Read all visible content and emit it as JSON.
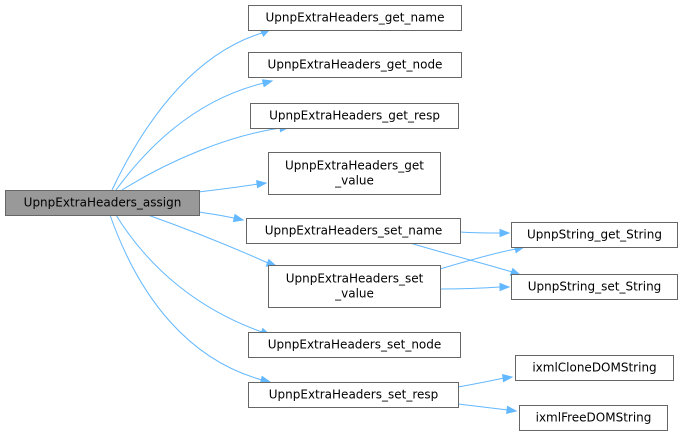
{
  "colors": {
    "root_fill": "#999999",
    "node_fill": "#ffffff",
    "node_border": "#666666",
    "edge": "#63b8ff",
    "text": "#000000"
  },
  "nodes": {
    "assign": {
      "lines": [
        "UpnpExtraHeaders_assign"
      ]
    },
    "get_name": {
      "lines": [
        "UpnpExtraHeaders_get_name"
      ]
    },
    "get_node": {
      "lines": [
        "UpnpExtraHeaders_get_node"
      ]
    },
    "get_resp": {
      "lines": [
        "UpnpExtraHeaders_get_resp"
      ]
    },
    "get_value": {
      "lines": [
        "UpnpExtraHeaders_get",
        "_value"
      ]
    },
    "set_name": {
      "lines": [
        "UpnpExtraHeaders_set_name"
      ]
    },
    "set_value": {
      "lines": [
        "UpnpExtraHeaders_set",
        "_value"
      ]
    },
    "set_node": {
      "lines": [
        "UpnpExtraHeaders_set_node"
      ]
    },
    "set_resp": {
      "lines": [
        "UpnpExtraHeaders_set_resp"
      ]
    },
    "str_get": {
      "lines": [
        "UpnpString_get_String"
      ]
    },
    "str_set": {
      "lines": [
        "UpnpString_set_String"
      ]
    },
    "clone": {
      "lines": [
        "ixmlCloneDOMString"
      ]
    },
    "free": {
      "lines": [
        "ixmlFreeDOMString"
      ]
    }
  },
  "edges": [
    [
      "assign",
      "get_name"
    ],
    [
      "assign",
      "get_node"
    ],
    [
      "assign",
      "get_resp"
    ],
    [
      "assign",
      "get_value"
    ],
    [
      "assign",
      "set_name"
    ],
    [
      "assign",
      "set_value"
    ],
    [
      "assign",
      "set_node"
    ],
    [
      "assign",
      "set_resp"
    ],
    [
      "set_name",
      "str_get"
    ],
    [
      "set_name",
      "str_set"
    ],
    [
      "set_value",
      "str_get"
    ],
    [
      "set_value",
      "str_set"
    ],
    [
      "set_resp",
      "clone"
    ],
    [
      "set_resp",
      "free"
    ]
  ]
}
